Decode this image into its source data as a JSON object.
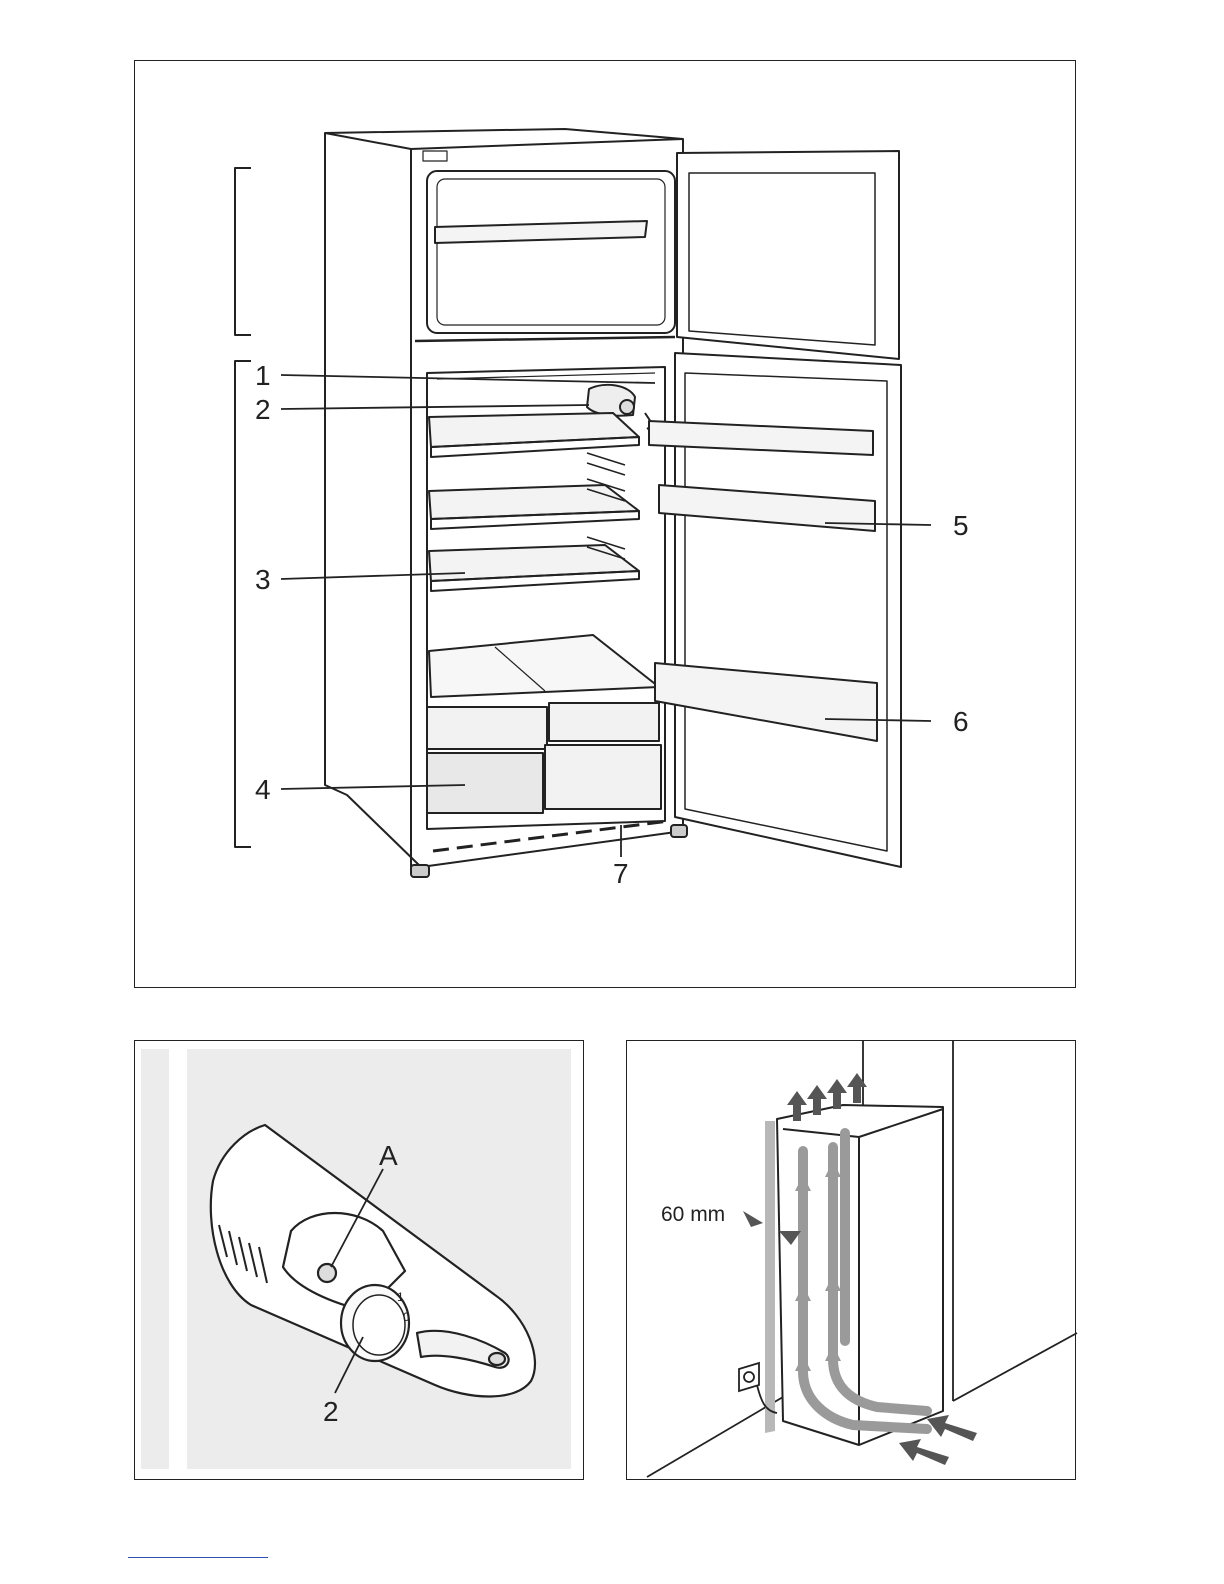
{
  "figure_main": {
    "callouts": [
      {
        "id": "1",
        "label": "1"
      },
      {
        "id": "2",
        "label": "2"
      },
      {
        "id": "3",
        "label": "3"
      },
      {
        "id": "4",
        "label": "4"
      },
      {
        "id": "5",
        "label": "5"
      },
      {
        "id": "6",
        "label": "6"
      },
      {
        "id": "7",
        "label": "7"
      }
    ]
  },
  "figure_thermostat": {
    "callouts": [
      {
        "id": "A",
        "label": "A"
      },
      {
        "id": "2",
        "label": "2"
      }
    ],
    "dial_marks": {
      "one": "1",
      "zero": "0"
    }
  },
  "figure_ventilation": {
    "clearance_label": "60 mm"
  },
  "colors": {
    "line": "#222222",
    "panel_gray": "#ececec",
    "airflow_gray": "#9a9a9a",
    "arrow_dark": "#555555"
  }
}
